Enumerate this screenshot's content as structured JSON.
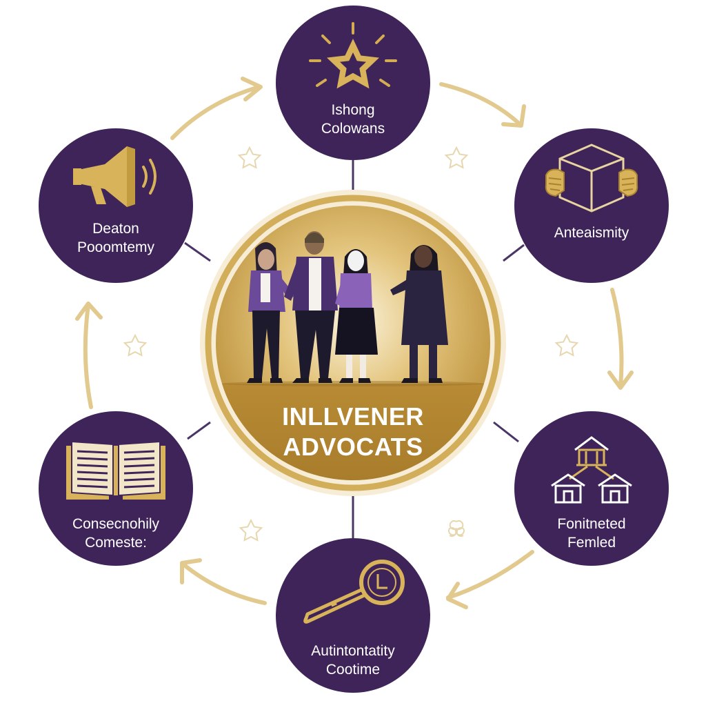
{
  "center": {
    "title_line1": "INLLVENER",
    "title_line2": "ADVOCATS",
    "people": [
      {
        "name": "person-1",
        "top": "#6b4a99",
        "pants": "#1e1a2e",
        "skin": "#c9a48a",
        "hair": "#2a2233"
      },
      {
        "name": "person-2",
        "top": "#4a2f6e",
        "pants": "#1e1a2e",
        "skin": "#8a6a4e",
        "hair": "#5a4a38"
      },
      {
        "name": "person-3",
        "top": "#8a63b8",
        "pants": "#151221",
        "skin": "#f2f2f2",
        "hair": "#1a1622"
      },
      {
        "name": "person-4",
        "top": "#2a2440",
        "pants": "#2a2440",
        "skin": "#5c3f33",
        "hair": "#1a1622"
      }
    ]
  },
  "nodes": [
    {
      "id": "top",
      "icon": "star-icon",
      "line1": "Ishong",
      "line2": "Colowans"
    },
    {
      "id": "upper-right",
      "icon": "box-hands-icon",
      "line1": "Anteaismity",
      "line2": ""
    },
    {
      "id": "lower-right",
      "icon": "houses-icon",
      "line1": "Fonitneted",
      "line2": "Femled"
    },
    {
      "id": "bottom",
      "icon": "magnifier-icon",
      "line1": "Autintontatity",
      "line2": "Cootime"
    },
    {
      "id": "lower-left",
      "icon": "book-icon",
      "line1": "Consecnohily",
      "line2": "Comeste:"
    },
    {
      "id": "upper-left",
      "icon": "megaphone-icon",
      "line1": "Deaton",
      "line2": "Pooomtemy"
    }
  ],
  "colors": {
    "purple": "#3f2459",
    "gold": "#c9a24a",
    "gold_light": "#e8d4a0",
    "gold_dark": "#a8822e",
    "connector": "#4a3566"
  }
}
